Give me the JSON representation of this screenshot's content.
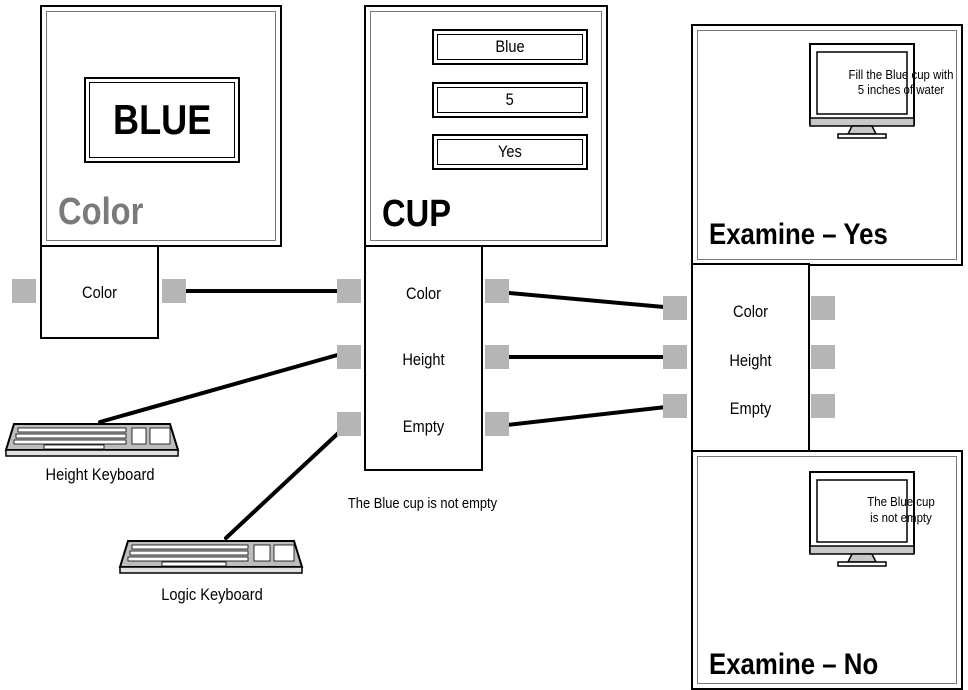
{
  "color_block": {
    "display_value": "BLUE",
    "title": "Color",
    "output_label": "Color"
  },
  "cup_block": {
    "fields": [
      "Blue",
      "5",
      "Yes"
    ],
    "title": "CUP",
    "inputs": [
      "Color",
      "Height",
      "Empty"
    ],
    "status_text": "The Blue cup is not empty"
  },
  "examine_yes": {
    "title": "Examine – Yes",
    "monitor_line1": "Fill the Blue cup with",
    "monitor_line2": "5 inches of water"
  },
  "examine_no": {
    "title": "Examine – No",
    "monitor_line1": "The Blue cup",
    "monitor_line2": "is not empty"
  },
  "examine_inputs": [
    "Color",
    "Height",
    "Empty"
  ],
  "keyboards": {
    "height_label": "Height Keyboard",
    "logic_label": "Logic Keyboard"
  }
}
